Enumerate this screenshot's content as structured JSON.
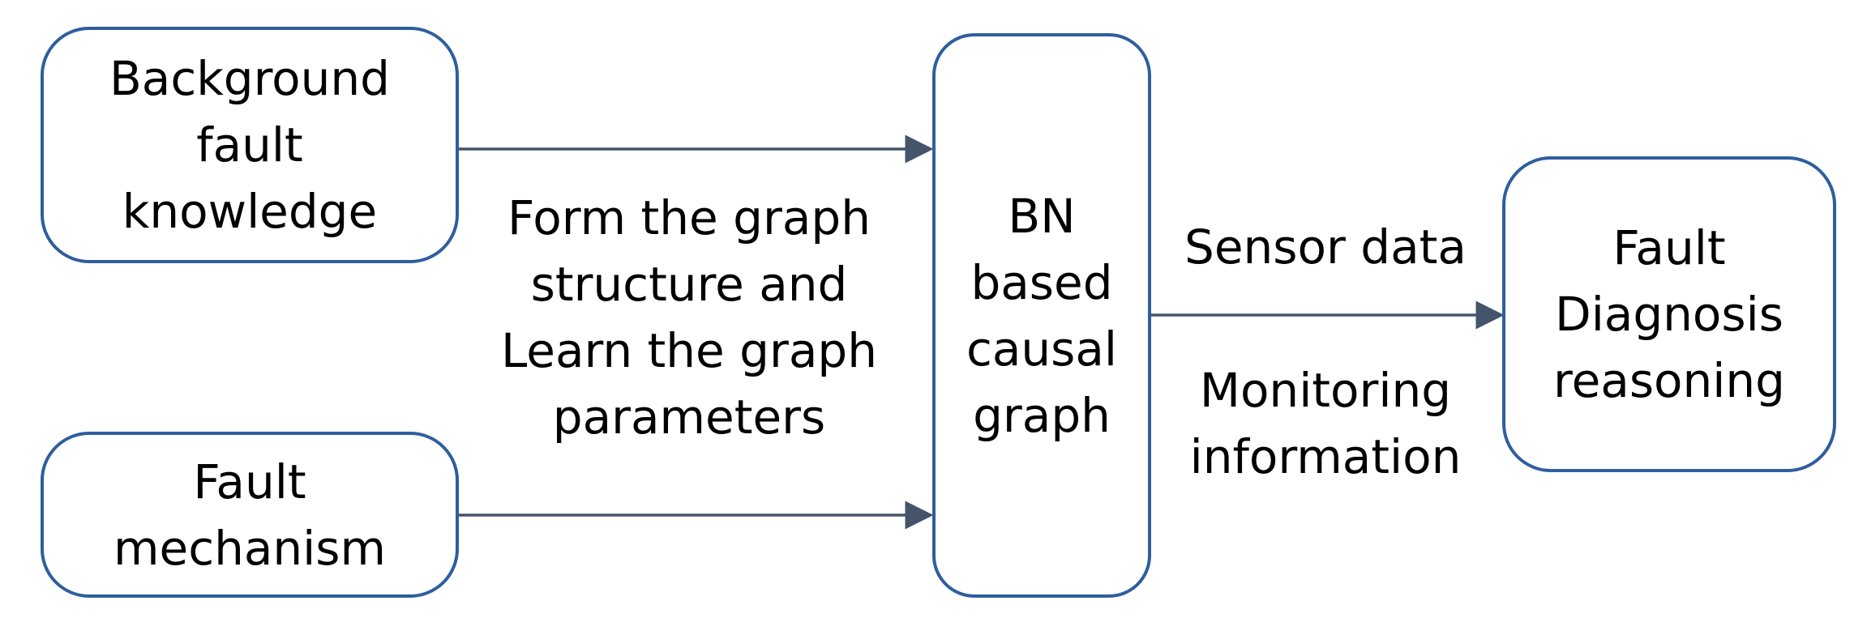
{
  "nodes": {
    "background": {
      "lines": [
        "Background",
        "fault",
        "knowledge"
      ]
    },
    "mechanism": {
      "lines": [
        "Fault",
        "mechanism"
      ]
    },
    "bn_graph": {
      "lines": [
        "BN",
        "based",
        "causal",
        "graph"
      ]
    },
    "diagnosis": {
      "lines": [
        "Fault",
        "Diagnosis",
        "reasoning"
      ]
    }
  },
  "edge_labels": {
    "learn": {
      "lines": [
        "Form the graph",
        "structure and",
        "Learn the graph",
        "parameters"
      ]
    },
    "sensor": {
      "lines": [
        "Sensor data"
      ]
    },
    "monitoring": {
      "lines": [
        "Monitoring",
        "information"
      ]
    }
  },
  "colors": {
    "box_border": "#2E5E9E",
    "arrow": "#44546A",
    "text": "#000000"
  }
}
